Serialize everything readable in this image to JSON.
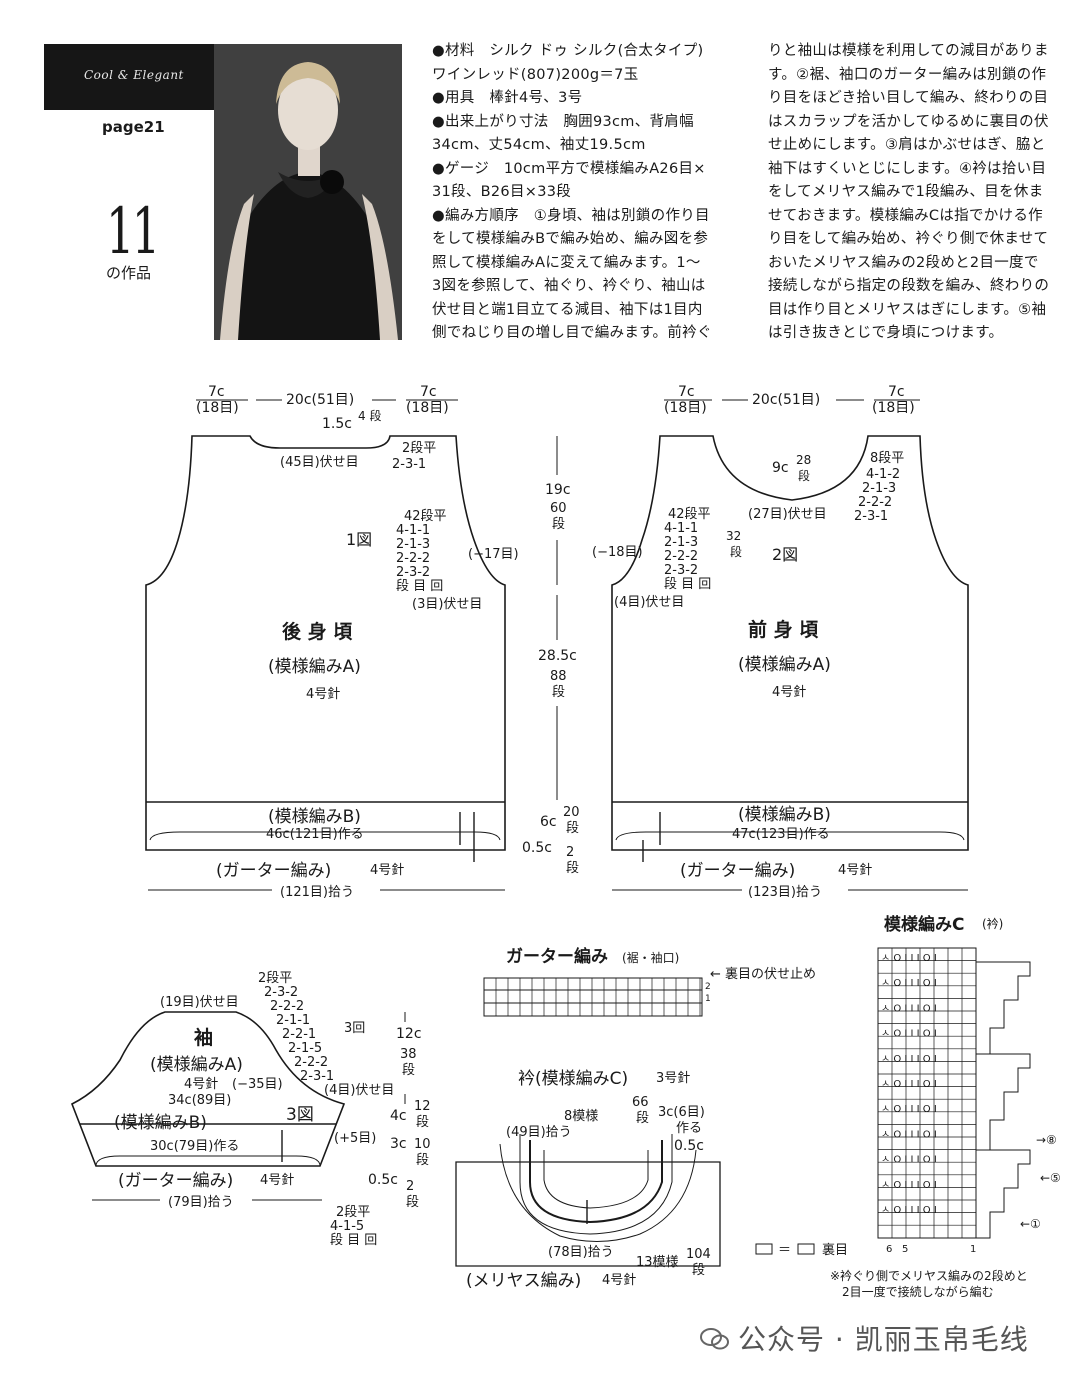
{
  "header": {
    "subtitle": "Cool & Elegant",
    "page": "page21",
    "number": "11",
    "work": "の作品"
  },
  "instructions": {
    "col1": [
      "●材料　シルク ドゥ シルク(合太タイプ)",
      "ワインレッド(807)200g＝7玉",
      "●用具　棒針4号、3号",
      "●出来上がり寸法　胸囲93cm、背肩幅",
      "34cm、丈54cm、袖丈19.5cm",
      "●ゲージ　10cm平方で模様編みA26目×",
      "31段、B26目×33段",
      "●編み方順序　①身頃、袖は別鎖の作り目",
      "をして模様編みBで編み始め、編み図を参",
      "照して模様編みAに変えて編みます。1～",
      "3図を参照して、袖ぐり、衿ぐり、袖山は",
      "伏せ目と端1目立てる減目、袖下は1目内",
      "側でねじり目の増し目で編みます。前衿ぐ"
    ],
    "col2": [
      "りと袖山は模様を利用しての減目がありま",
      "す。②裾、袖口のガーター編みは別鎖の作",
      "り目をほどき拾い目して編み、終わりの目",
      "はスカラップを活かしてゆるめに裏目の伏",
      "せ止めにします。③肩はかぶせはぎ、脇と",
      "袖下はすくいとじにします。④衿は拾い目",
      "をしてメリヤス編みで1段編み、目を休ま",
      "せておきます。模様編みCは指でかける作",
      "り目をして編み始め、衿ぐり側で休ませて",
      "おいたメリヤス編みの2段めと2目一度で",
      "接続しながら指定の段数を編み、終わりの",
      "目は作り目とメリヤスはぎにします。⑤袖",
      "は引き抜きとじで身頃につけます。"
    ]
  },
  "back": {
    "fig": "1図",
    "title": "後 身 頃",
    "pattern": "(模様編みA)",
    "needle": "4号針",
    "top_left": "7c",
    "top_left_st": "(18目)",
    "top_mid": "20c(51目)",
    "top_right": "7c",
    "top_right_st": "(18目)",
    "neck_depth": "1.5c",
    "neck_rows": "4\n段",
    "neck_bind": "(45目)伏せ目",
    "neck_dec": [
      "2段平",
      "2-3-1"
    ],
    "arm_dec": [
      "42段平",
      "4-1-1",
      "2-1-3",
      "2-2-2",
      "2-3-2",
      "段 目 回"
    ],
    "arm_minus": "(−17目)",
    "arm_bind": "(3目)伏せ目",
    "pattern_b": "(模様編みB)",
    "cast_on": "46c(121目)作る",
    "garter": "(ガーター編み)",
    "garter_needle": "4号針",
    "pickup": "(121目)拾う"
  },
  "center": {
    "armhole_h": "19c",
    "armhole_rows": "60",
    "dan": "段",
    "body_h": "28.5c",
    "body_rows": "88",
    "b_h": "6c",
    "b_rows": "20",
    "g_h": "0.5c",
    "g_rows": "2"
  },
  "front": {
    "fig": "2図",
    "title": "前 身 頃",
    "pattern": "(模様編みA)",
    "needle": "4号針",
    "top_left": "7c",
    "top_left_st": "(18目)",
    "top_mid": "20c(51目)",
    "top_right": "7c",
    "top_right_st": "(18目)",
    "neck_depth": "9c",
    "neck_rows": "28",
    "neck_bind": "(27目)伏せ目",
    "neck_dec": [
      "8段平",
      "4-1-2",
      "2-1-3",
      "2-2-2",
      "2-3-1"
    ],
    "arm_dec": [
      "42段平",
      "4-1-1",
      "2-1-3",
      "2-2-2",
      "2-3-2",
      "段 目 回"
    ],
    "arm_rows": "32",
    "arm_minus": "(−18目)",
    "arm_bind": "(4目)伏せ目",
    "pattern_b": "(模様編みB)",
    "cast_on": "47c(123目)作る",
    "garter": "(ガーター編み)",
    "garter_needle": "4号針",
    "pickup": "(123目)拾う"
  },
  "sleeve": {
    "title": "袖",
    "pattern": "(模様編みA)",
    "needle": "4号針",
    "minus": "(−35目)",
    "top_bind": "(19目)伏せ目",
    "cap_dec": [
      "2段平",
      "2-3-2",
      "2-2-2",
      "2-1-1",
      "2-2-1",
      "2-1-5",
      "2-2-2",
      "2-3-1"
    ],
    "times": "3回",
    "bind4": "(4目)伏せ目",
    "width": "34c(89目)",
    "pattern_b": "(模様編みB)",
    "fig": "3図",
    "cast_on": "30c(79目)作る",
    "plus": "(+5目)",
    "garter": "(ガーター編み)",
    "garter_needle": "4号針",
    "pickup": "(79目)拾う",
    "inc": [
      "2段平",
      "4-1-5",
      "段 目 回"
    ],
    "cap_h": "12c",
    "cap_rows": "38",
    "a_h": "4c",
    "a_rows": "12",
    "b_h": "3c",
    "b_rows": "10",
    "g_h": "0.5c",
    "g_rows": "2"
  },
  "garter_chart": {
    "title": "ガーター編み",
    "sub": "(裾・袖口)",
    "note": "← 裏目の伏せ止め",
    "row2": "2",
    "row1": "1"
  },
  "collar": {
    "title": "衿(模様編みC)",
    "needle": "3号針",
    "repeat": "8模様",
    "rows66": "66",
    "width": "3c(6目)",
    "make": "作る",
    "pickup49": "(49目)拾う",
    "h05": "0.5c",
    "pickup78": "(78目)拾う",
    "rep13": "13模様",
    "rows104": "104",
    "stock": "(メリヤス編み)",
    "stock_needle": "4号針"
  },
  "pattern_c": {
    "title": "模様編みC",
    "sub": "(衿)",
    "r8": "→⑧",
    "r5": "←⑤",
    "r1": "←①",
    "c6": "6",
    "c5": "5",
    "c1": "1",
    "legend": "＝",
    "legend_text": "裏目",
    "note1": "※衿ぐり側でメリヤス編みの2段めと",
    "note2": "2目一度で接続しながら編む"
  },
  "watermark": "公众号 · 凯丽玉帛毛线"
}
